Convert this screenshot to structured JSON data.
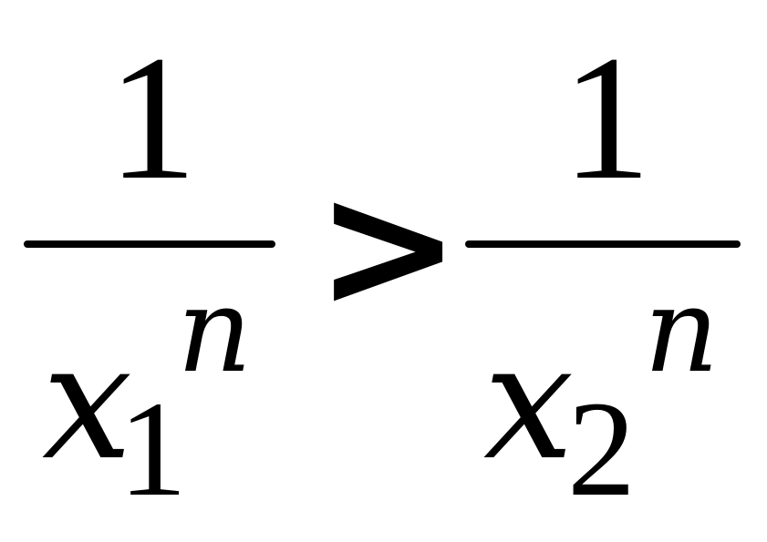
{
  "formula": {
    "left_fraction": {
      "numerator": "1",
      "denominator": {
        "base": "x",
        "subscript": "1",
        "superscript": "n"
      }
    },
    "relation": ">",
    "right_fraction": {
      "numerator": "1",
      "denominator": {
        "base": "x",
        "subscript": "2",
        "superscript": "n"
      }
    }
  }
}
